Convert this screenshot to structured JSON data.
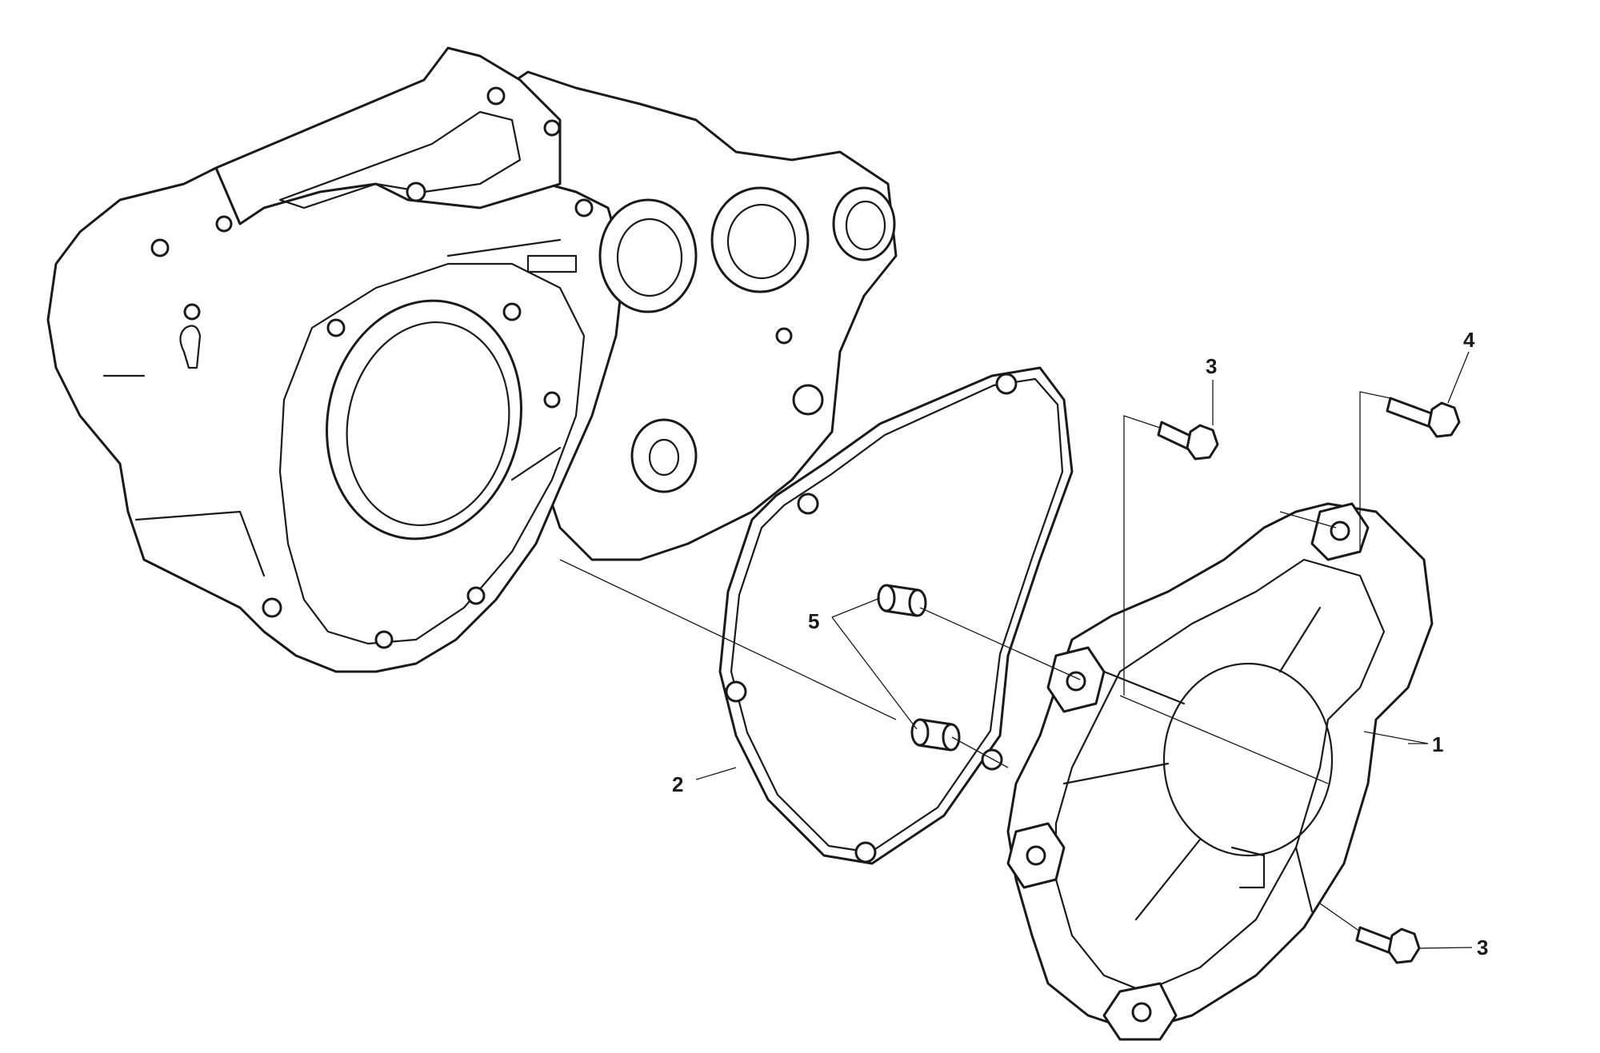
{
  "diagram": {
    "callouts": [
      {
        "label": "1",
        "part": "stator-cover"
      },
      {
        "label": "2",
        "part": "cover-gasket"
      },
      {
        "label": "3",
        "part": "flange-bolt"
      },
      {
        "label": "3",
        "part": "flange-bolt"
      },
      {
        "label": "4",
        "part": "flange-bolt-long"
      },
      {
        "label": "5",
        "part": "dowel-pin"
      }
    ]
  }
}
